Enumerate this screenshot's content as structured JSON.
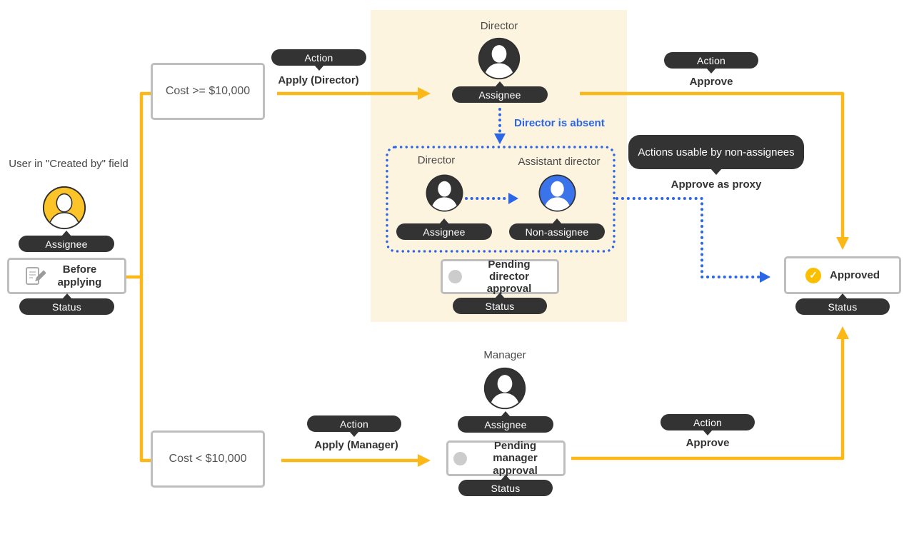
{
  "colors": {
    "accent_yellow": "#FBB817",
    "avatar_yellow": "#FCC428",
    "check_yellow": "#FCBF00",
    "badge_dark": "#333333",
    "blue": "#2C66E8",
    "avatar_blue": "#3B73EA",
    "cream_background": "#FCF4DF",
    "box_border_gray": "#BEBEBE",
    "pending_gray": "#CCCCCC"
  },
  "icons": {
    "approved_check": "✓"
  },
  "left_group": {
    "caption": "User in \"Created by\" field",
    "assignee_badge": "Assignee",
    "status_name": "Before applying",
    "status_badge": "Status"
  },
  "branch_high": {
    "condition": "Cost >= $10,000",
    "action_badge": "Action",
    "action_label": "Apply (Director)"
  },
  "branch_low": {
    "condition": "Cost < $10,000",
    "action_badge": "Action",
    "action_label": "Apply (Manager)"
  },
  "director_flow": {
    "role": "Director",
    "assignee_badge": "Assignee",
    "absent_note": "Director is absent",
    "fallback_director_role": "Director",
    "fallback_director_badge": "Assignee",
    "fallback_assistant_role": "Assistant director",
    "fallback_assistant_badge": "Non-assignee",
    "pending_status": "Pending director approval",
    "pending_status_badge": "Status",
    "approve_action_badge": "Action",
    "approve_action_label": "Approve",
    "proxy_badge": "Actions usable by non-assignees",
    "proxy_action_label": "Approve as proxy"
  },
  "manager_flow": {
    "role": "Manager",
    "assignee_badge": "Assignee",
    "pending_status": "Pending manager approval",
    "pending_status_badge": "Status",
    "approve_action_badge": "Action",
    "approve_action_label": "Approve"
  },
  "result": {
    "status_name": "Approved",
    "status_badge": "Status"
  }
}
